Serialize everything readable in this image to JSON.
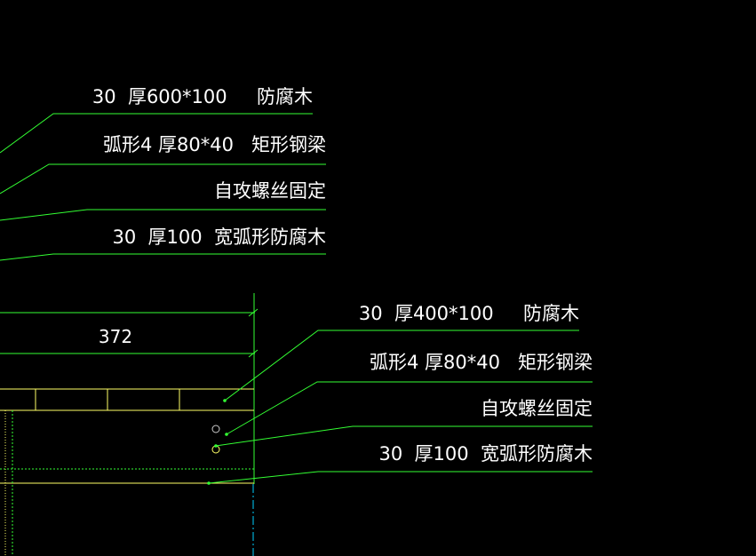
{
  "colors": {
    "background": "#000000",
    "text": "#ffffff",
    "leader": "#33ff33",
    "dimension": "#33ff33",
    "timber": "#ffff66",
    "steel": "#33ff33",
    "axis": "#00d0ff"
  },
  "callouts_top": [
    "30  厚600*100     防腐木",
    "弧形4 厚80*40   矩形钢梁",
    "自攻螺丝固定",
    "30  厚100  宽弧形防腐木"
  ],
  "callouts_bottom": [
    "30  厚400*100     防腐木",
    "弧形4 厚80*40   矩形钢梁",
    "自攻螺丝固定",
    "30  厚100  宽弧形防腐木"
  ],
  "dimension": {
    "value": "372"
  }
}
